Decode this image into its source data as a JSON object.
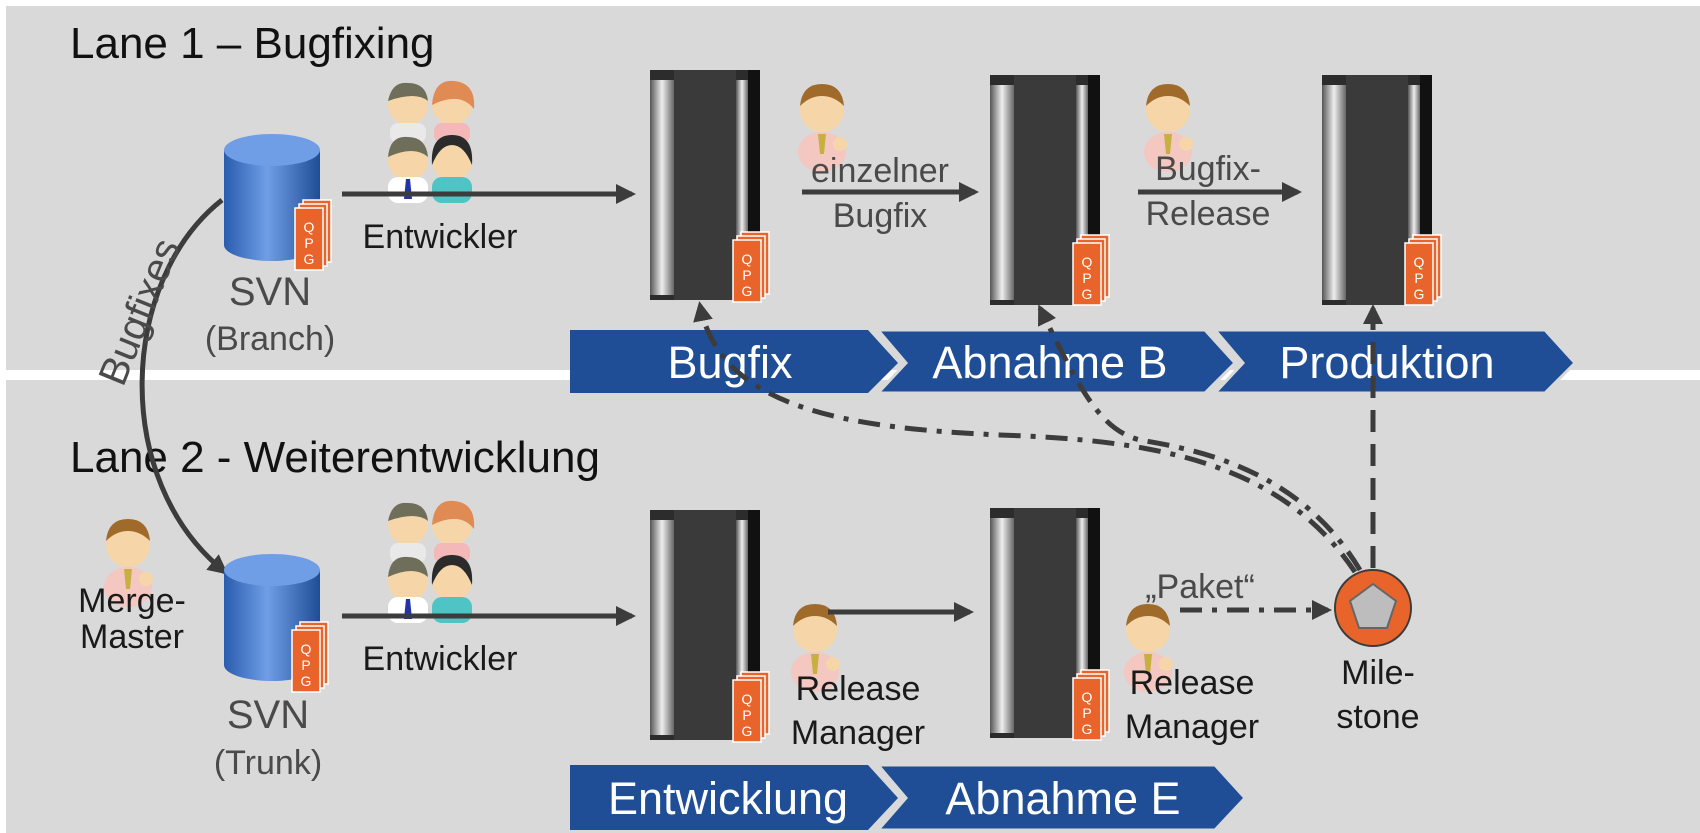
{
  "lanes": {
    "lane1_title": "Lane 1 – Bugfixing",
    "lane2_title": "Lane 2 - Weiterentwicklung"
  },
  "lane1": {
    "svn_label": "SVN",
    "svn_sub": "(Branch)",
    "developers_label": "Entwickler",
    "arrow1_line1": "einzelner",
    "arrow1_line2": "Bugfix",
    "arrow2_line1": "Bugfix-",
    "arrow2_line2": "Release",
    "stages": [
      "Bugfix",
      "Abnahme B",
      "Produktion"
    ]
  },
  "lane2": {
    "merge_master_line1": "Merge-",
    "merge_master_line2": "Master",
    "svn_label": "SVN",
    "svn_sub": "(Trunk)",
    "developers_label": "Entwickler",
    "release_manager1_line1": "Release",
    "release_manager1_line2": "Manager",
    "release_manager2_line1": "Release",
    "release_manager2_line2": "Manager",
    "package_label": "„Paket“",
    "milestone_line1": "Mile-",
    "milestone_line2": "stone",
    "stages": [
      "Entwicklung",
      "Abnahme E"
    ]
  },
  "cross": {
    "bugfixes_label": "Bugfixes"
  },
  "doc_icon": {
    "letters": [
      "Q",
      "P",
      "G"
    ]
  },
  "colors": {
    "lane_bg": "#d9d9d9",
    "chevron": "#1f4e96",
    "svn_blue": "#3d73c8",
    "doc_orange": "#e8642a",
    "milestone_orange": "#e8642a",
    "arrow": "#3c3c3c"
  }
}
